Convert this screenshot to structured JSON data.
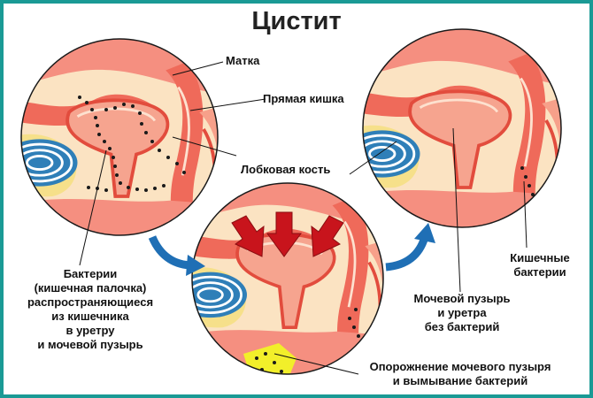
{
  "title": "Цистит",
  "labels": {
    "uterus": "Матка",
    "rectum": "Прямая кишка",
    "pubic_bone": "Лобковая кость",
    "bacteria_spread": [
      "Бактерии",
      "(кишечная палочка)",
      "распространяющиеся",
      "из кишечника",
      "в уретру",
      "и мочевой пузырь"
    ],
    "intestinal_bacteria": [
      "Кишечные",
      "бактерии"
    ],
    "bladder_clean": [
      "Мочевой пузырь",
      "и уретра",
      "без бактерий"
    ],
    "emptying": [
      "Опорожнение мочевого пузыря",
      "и вымывание бактерий"
    ]
  },
  "colors": {
    "frame": "#1a9a95",
    "arrow_blue": "#1f6fb5",
    "arrow_red": "#c8141c",
    "urine_yellow": "#f2ef2a",
    "tissue_pink": "#f7a08a",
    "tissue_red": "#e9574b",
    "fat_yellow": "#f6e08a",
    "bone_blue": "#5aa8d8"
  }
}
